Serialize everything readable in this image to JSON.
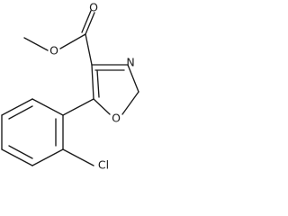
{
  "molecule": {
    "atoms": {
      "carbonyl_oxygen": "O",
      "ester_oxygen": "O",
      "ring_nitrogen": "N",
      "ring_oxygen": "O",
      "chlorine": "Cl"
    },
    "bond_color": "#1a1a1a",
    "text_color": "#1a1a1a",
    "background_color": "#ffffff"
  }
}
